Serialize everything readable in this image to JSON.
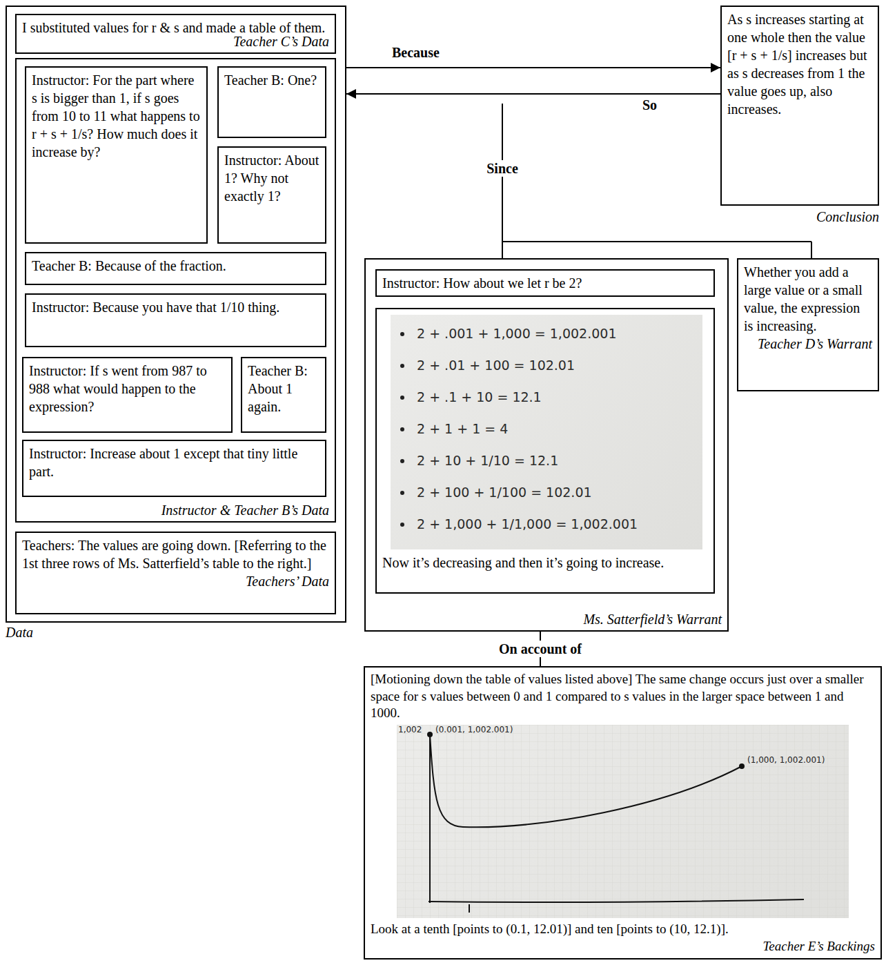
{
  "diagram": {
    "nodes": [
      {
        "text": [
          "Data"
        ]
      },
      {
        "text": [
          "I substituted values for r & s and made a table of them.",
          "Teacher C’s Data"
        ],
        "in": 0
      },
      {
        "text": [
          "Instructor & Teacher B’s Data"
        ],
        "in": 0
      },
      {
        "text": [
          "Instructor: For the part where s is bigger than 1, if s goes from 10 to 11 what happens to r + s + 1/s? How much does it increase by?"
        ],
        "in": 2
      },
      {
        "text": [
          "Teacher B: One?"
        ],
        "in": 2
      },
      {
        "text": [
          "Instructor: About 1? Why not exactly 1?"
        ],
        "in": 2
      },
      {
        "text": [
          "Teacher B: Because of the fraction."
        ],
        "in": 2
      },
      {
        "text": [
          "Instructor: Because you have that 1/10 thing."
        ],
        "in": 2
      },
      {
        "text": [
          "Instructor: If s went from 987 to 988 what would happen to the expression?"
        ],
        "in": 2
      },
      {
        "text": [
          "Teacher B: About 1 again."
        ],
        "in": 2
      },
      {
        "text": [
          "Instructor: Increase about 1 except that tiny little part."
        ],
        "in": 2
      },
      {
        "text": [
          "Teachers: The values are going down. [Referring to the 1st three rows of Ms. Satterfield’s table to the right.]",
          "Teachers’ Data"
        ],
        "in": 0
      },
      {
        "text": [
          "As s increases starting at one whole then the value [r + s + 1/s] increases but as s decreases from 1 the value goes up, also increases.",
          "Conclusion"
        ]
      },
      {
        "text": [
          "Ms. Satterfield’s Warrant"
        ]
      },
      {
        "text": [
          "Instructor: How about we let r be 2?"
        ],
        "in": 13
      },
      {
        "text": [
          "2 + .001 + 1,000 = 1,002.001",
          "2 + .01 + 100 = 102.01",
          "2 + .1 + 10 = 12.1",
          "2 + 1 + 1 = 4",
          "2 + 10 + 1/10 = 12.1",
          "2 + 100 + 1/100 = 102.01",
          "2 + 1,000 + 1/1,000 = 1,002.001",
          "Now it’s decreasing and then it’s going to increase."
        ],
        "in": 13
      },
      {
        "text": [
          "Whether you add a large value or a small value, the expression is increasing.",
          "Teacher D’s Warrant"
        ]
      },
      {
        "text": [
          "[Motioning down the table of values listed above] The same change occurs just over a smaller space for s values between 0 and 1 compared to s values in the larger space between 1 and 1000.",
          "Look at a tenth [points to (0.1, 12.01)] and ten [points to (10, 12.1)].",
          "Teacher E’s Backings"
        ]
      }
    ],
    "edges": [
      {
        "from": 0,
        "to": 12,
        "label": "Because",
        "arrow": "to"
      },
      {
        "from": 12,
        "to": 0,
        "label": "So",
        "arrow": "to"
      },
      {
        "from": 13,
        "to": 17,
        "label": "On account of",
        "arrow": "none"
      }
    ],
    "labels": [
      "Since",
      "1,002",
      "(0.001, 1,002.001)",
      "(1,000, 1,002.001)"
    ]
  }
}
